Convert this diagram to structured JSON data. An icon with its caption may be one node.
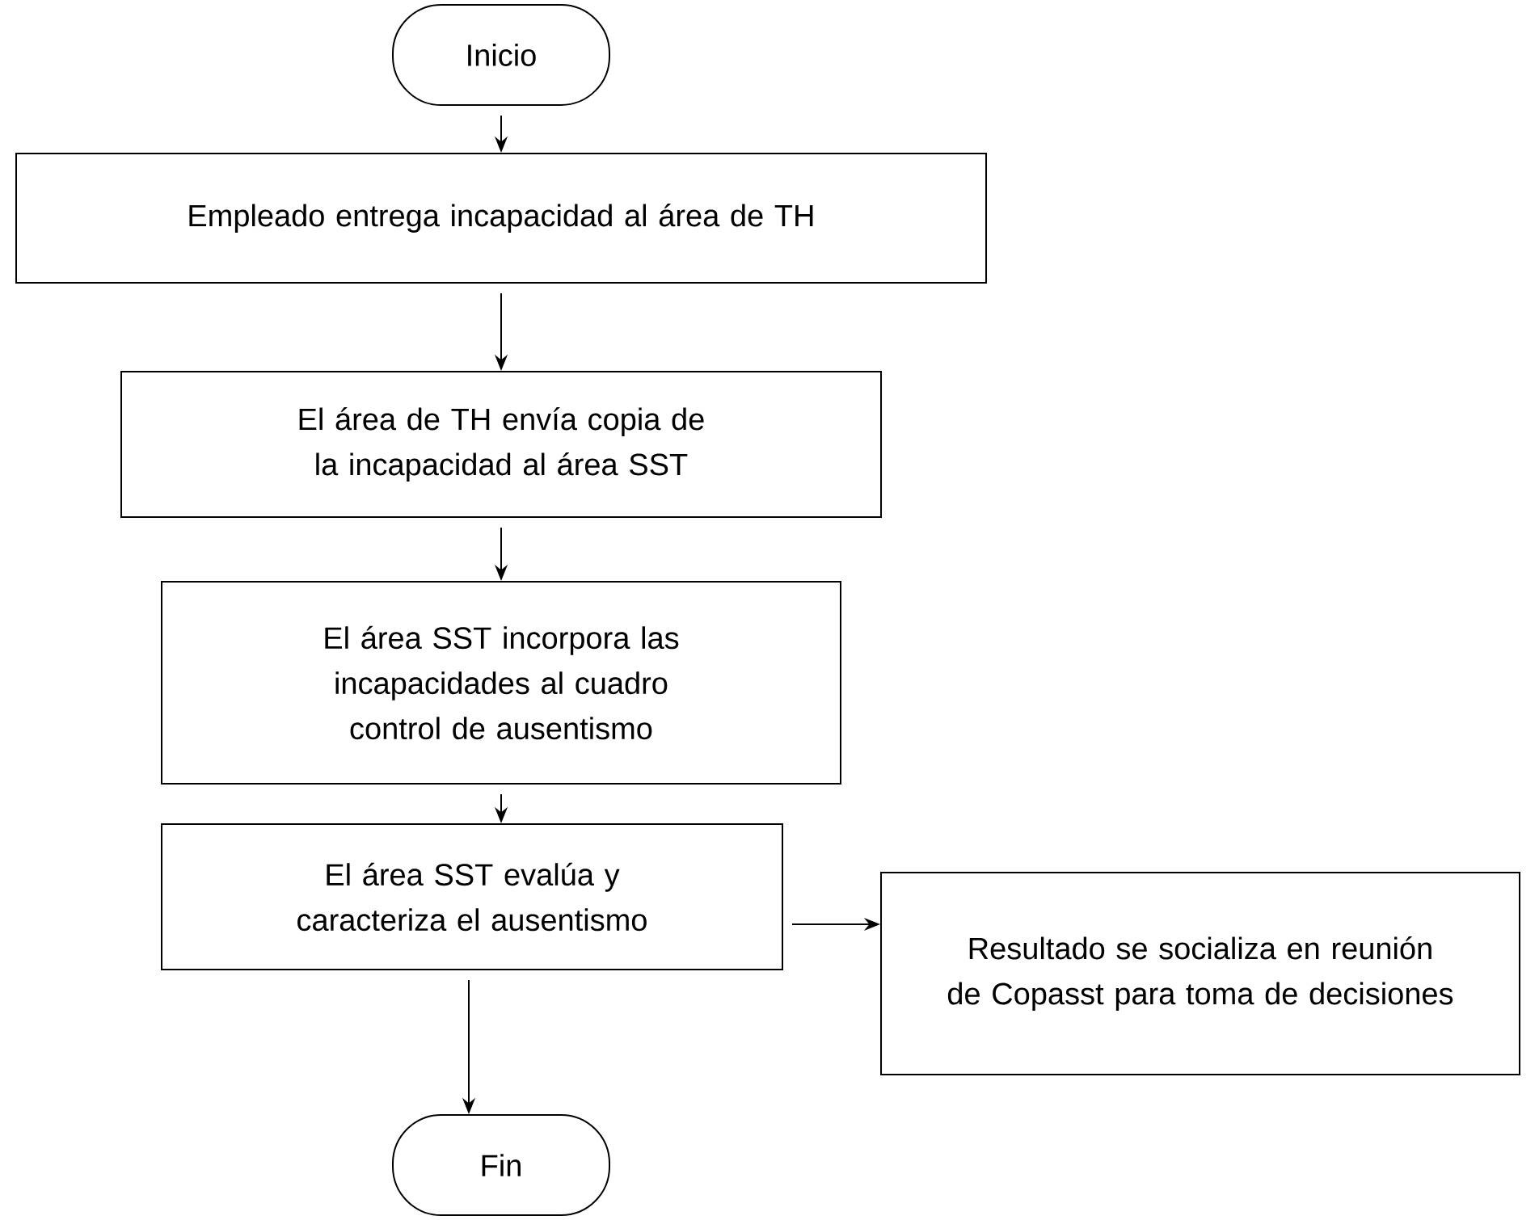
{
  "diagram": {
    "nodes": [
      {
        "text": [
          "Inicio"
        ]
      },
      {
        "text": [
          "Empleado entrega incapacidad al área de TH"
        ]
      },
      {
        "text": [
          "El área de TH envía copia de la incapacidad al área SST"
        ]
      },
      {
        "text": [
          "El área SST incorpora las incapacidades al cuadro control de ausentismo"
        ]
      },
      {
        "text": [
          "El área SST evalúa y caracteriza el ausentismo"
        ]
      },
      {
        "text": [
          "Resultado se socializa en reunión de Copasst para toma de decisiones"
        ]
      },
      {
        "text": [
          "Fin"
        ]
      }
    ],
    "edges": [
      {
        "from": 0,
        "to": 1,
        "arrow": "to"
      },
      {
        "from": 1,
        "to": 2,
        "arrow": "to"
      },
      {
        "from": 2,
        "to": 3,
        "arrow": "to"
      },
      {
        "from": 3,
        "to": 4,
        "arrow": "to"
      },
      {
        "from": 4,
        "to": 5,
        "arrow": "to"
      },
      {
        "from": 4,
        "to": 6,
        "arrow": "to"
      }
    ]
  }
}
